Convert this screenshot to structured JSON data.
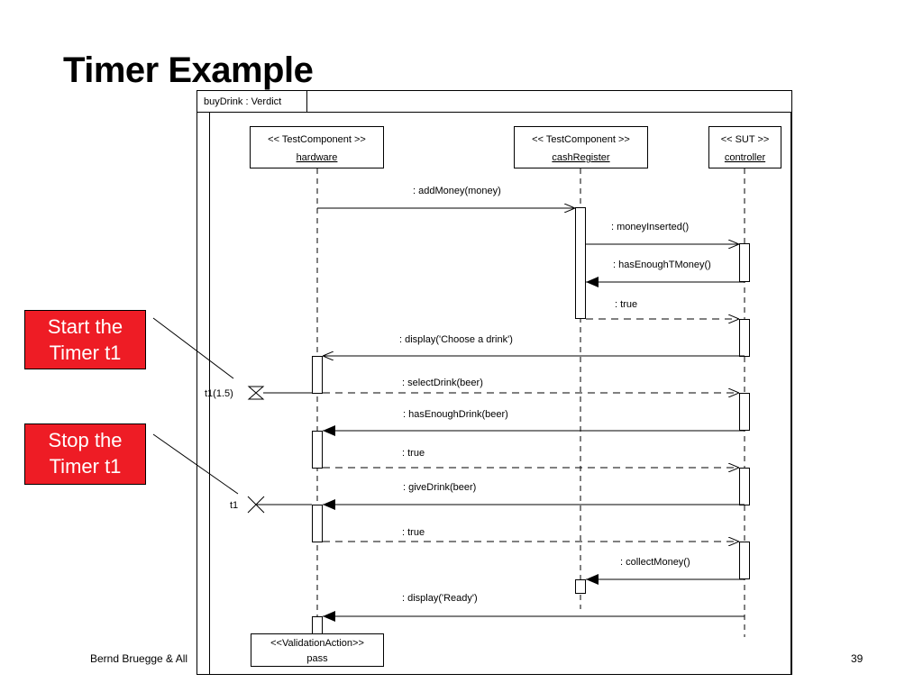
{
  "slide": {
    "title": "Timer Example",
    "footer_left": "Bernd Bruegge & All",
    "page_number": "39"
  },
  "callouts": {
    "start": {
      "line1": "Start the",
      "line2": "Timer t1"
    },
    "stop": {
      "line1": "Stop the",
      "line2": "Timer t1"
    }
  },
  "diagram": {
    "frame_label": "buyDrink : Verdict",
    "lifelines": {
      "hardware": {
        "stereotype": "<< TestComponent >>",
        "name": "hardware"
      },
      "cashRegister": {
        "stereotype": "<< TestComponent >>",
        "name": "cashRegister"
      },
      "controller": {
        "stereotype": "<< SUT >>",
        "name": "controller"
      }
    },
    "messages": [
      ": addMoney(money)",
      ": moneyInserted()",
      ": hasEnoughTMoney()",
      ": true",
      ": display('Choose a drink')",
      ": selectDrink(beer)",
      ": hasEnoughDrink(beer)",
      ": true",
      ": giveDrink(beer)",
      ": true",
      ": collectMoney()",
      ": display('Ready')"
    ],
    "timers": {
      "start_label": "t1(1.5)",
      "stop_label": "t1"
    },
    "validation": {
      "stereotype": "<<ValidationAction>>",
      "name": "pass"
    }
  }
}
